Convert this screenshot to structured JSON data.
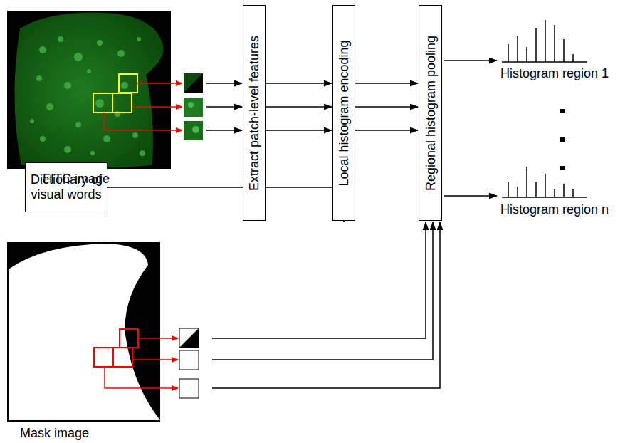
{
  "diagram": {
    "nodes": [
      {
        "text": [
          "Extract patch-level features"
        ]
      },
      {
        "text": [
          "Local histogram encoding"
        ]
      },
      {
        "text": [
          "Regional histogram pooling"
        ]
      },
      {
        "text": [
          "Dictionary of visual words"
        ]
      }
    ],
    "edges": [
      {
        "from": 0,
        "to": 1,
        "arrow": "to"
      },
      {
        "from": 0,
        "to": 1,
        "arrow": "to"
      },
      {
        "from": 0,
        "to": 1,
        "arrow": "to"
      },
      {
        "from": 1,
        "to": 2,
        "arrow": "to"
      },
      {
        "from": 1,
        "to": 2,
        "arrow": "to"
      },
      {
        "from": 1,
        "to": 2,
        "arrow": "to"
      },
      {
        "from": 3,
        "to": 1,
        "arrow": "to"
      }
    ],
    "labels": [
      "FITC image",
      "Mask image",
      "Histogram region 1",
      "Histogram region n"
    ]
  }
}
